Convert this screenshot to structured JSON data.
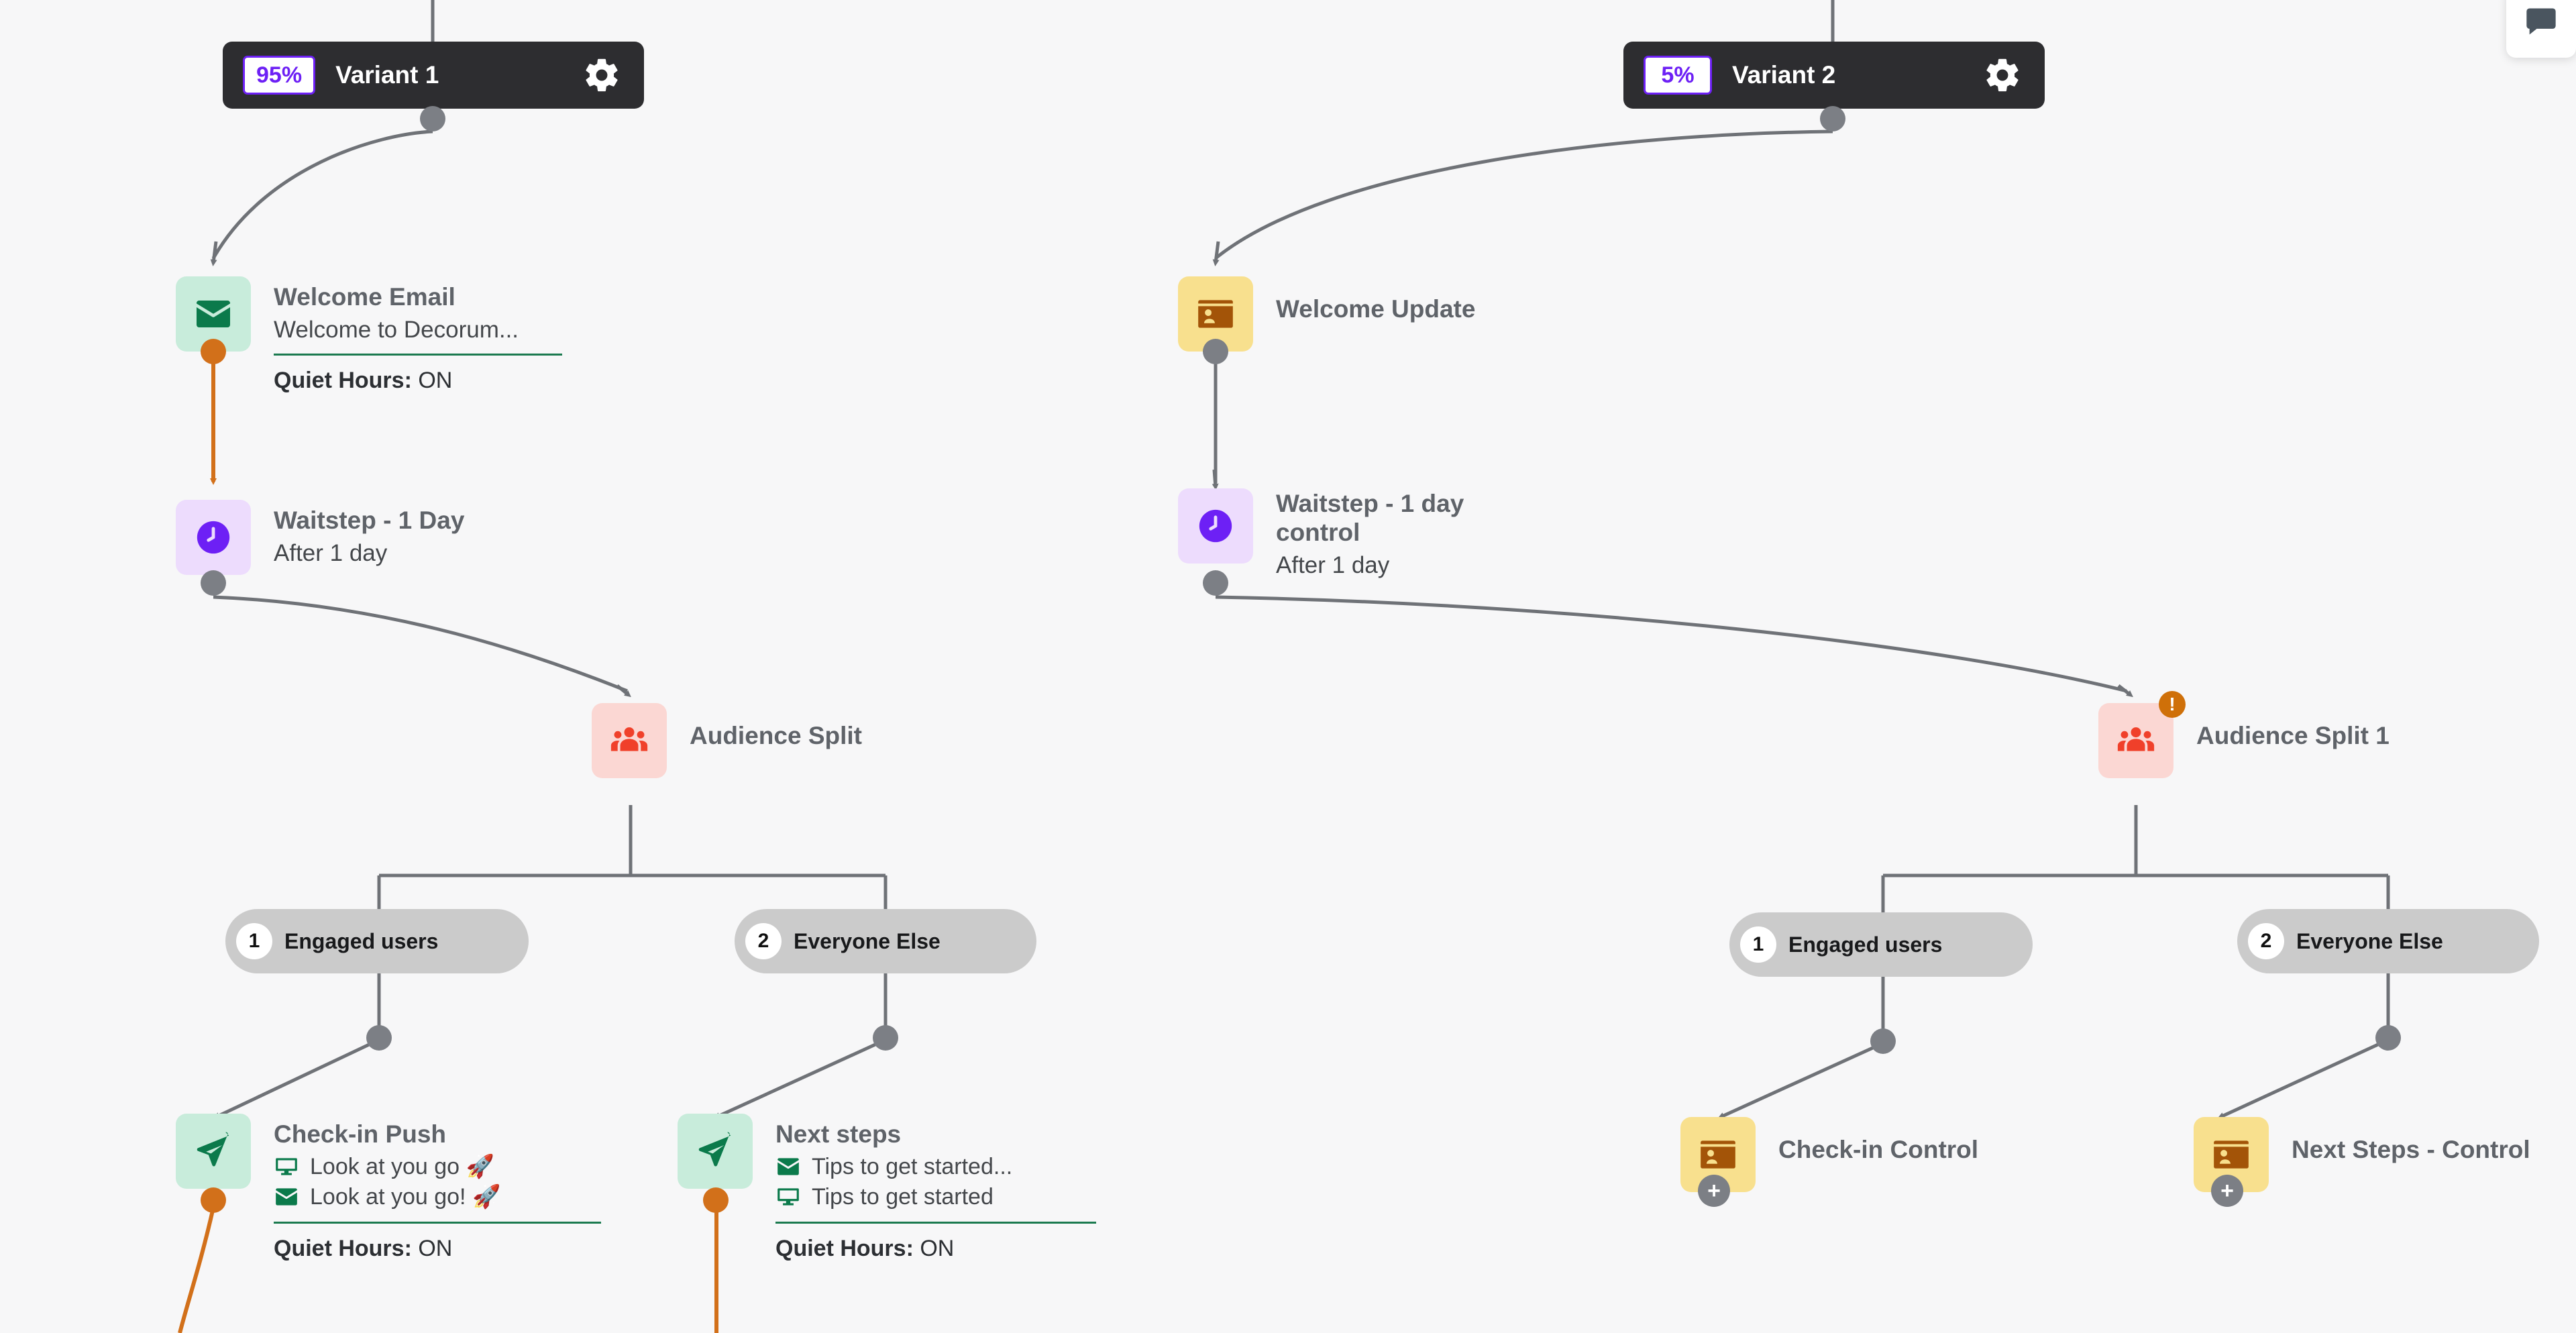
{
  "canvas": {
    "background": "#f7f7f8",
    "edge_color": "#6f7277",
    "edge_color_highlight": "#d2701a"
  },
  "chat_widget": {
    "icon": "chat-message-icon"
  },
  "variants": [
    {
      "id": "variant-1",
      "percent": "95%",
      "name": "Variant 1",
      "gear_icon": "gear-icon",
      "accent": "#6d20f5"
    },
    {
      "id": "variant-2",
      "percent": "5%",
      "name": "Variant 2",
      "gear_icon": "gear-icon",
      "accent": "#6d20f5"
    }
  ],
  "nodes": [
    {
      "id": "welcome-email",
      "title": "Welcome Email",
      "subtitle": "Welcome to Decorum...",
      "quiet_label": "Quiet Hours:",
      "quiet_value": "ON",
      "icon": "email-envelope-icon",
      "icon_color": "green"
    },
    {
      "id": "waitstep-1-day",
      "title": "Waitstep - 1 Day",
      "subtitle": "After 1 day",
      "icon": "clock-icon",
      "icon_color": "purple"
    },
    {
      "id": "audience-split",
      "title": "Audience Split",
      "icon": "audience-group-icon",
      "icon_color": "red"
    },
    {
      "id": "check-in-push",
      "title": "Check-in Push",
      "messages": [
        {
          "channel": "in-app-desktop-icon",
          "text": "Look at you go 🚀"
        },
        {
          "channel": "email-envelope-icon",
          "text": "Look at you go! 🚀"
        }
      ],
      "quiet_label": "Quiet Hours:",
      "quiet_value": "ON",
      "icon": "push-send-icon",
      "icon_color": "green"
    },
    {
      "id": "next-steps",
      "title": "Next steps",
      "messages": [
        {
          "channel": "email-envelope-icon",
          "text": "Tips to get started..."
        },
        {
          "channel": "in-app-desktop-icon",
          "text": "Tips to get started"
        }
      ],
      "quiet_label": "Quiet Hours:",
      "quiet_value": "ON",
      "icon": "push-send-icon",
      "icon_color": "green"
    },
    {
      "id": "welcome-update",
      "title": "Welcome Update",
      "icon": "contact-card-icon",
      "icon_color": "yellow"
    },
    {
      "id": "waitstep-1-day-control",
      "title": "Waitstep - 1 day control",
      "subtitle": "After 1 day",
      "icon": "clock-icon",
      "icon_color": "purple"
    },
    {
      "id": "audience-split-1",
      "title": "Audience Split 1",
      "icon": "audience-group-icon",
      "icon_color": "red",
      "warning_badge": "!"
    },
    {
      "id": "check-in-control",
      "title": "Check-in Control",
      "icon": "contact-card-icon",
      "icon_color": "yellow",
      "plus_badge": "+"
    },
    {
      "id": "next-steps-control",
      "title": "Next Steps - Control",
      "icon": "contact-card-icon",
      "icon_color": "yellow",
      "plus_badge": "+"
    }
  ],
  "branches": [
    {
      "id": "split-left-1",
      "number": "1",
      "label": "Engaged users"
    },
    {
      "id": "split-left-2",
      "number": "2",
      "label": "Everyone Else"
    },
    {
      "id": "split-right-1",
      "number": "1",
      "label": "Engaged users"
    },
    {
      "id": "split-right-2",
      "number": "2",
      "label": "Everyone Else"
    }
  ]
}
